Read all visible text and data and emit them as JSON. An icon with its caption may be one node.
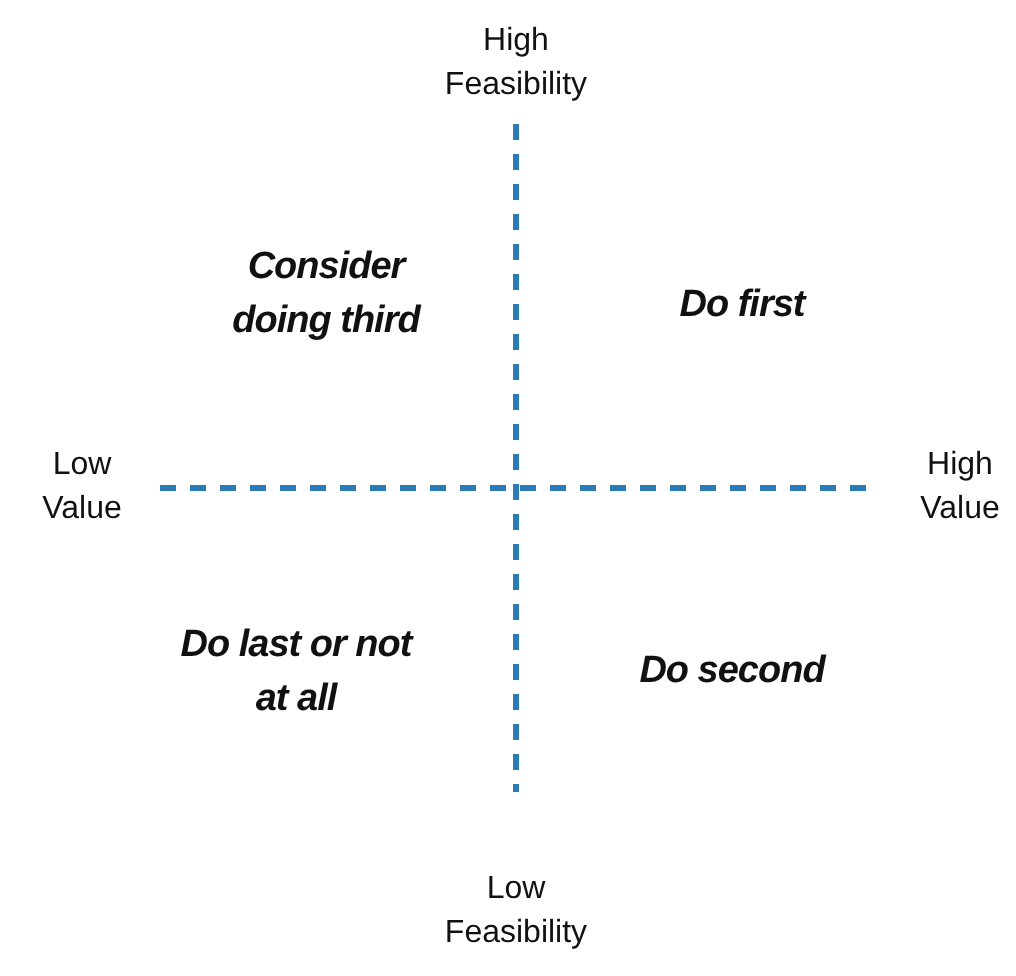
{
  "diagram": {
    "labels": [
      "High Feasibility",
      "Consider doing third",
      "Do first",
      "Low Value",
      "High Value",
      "Do last or not at all",
      "Do second",
      "Low Feasibility"
    ]
  }
}
